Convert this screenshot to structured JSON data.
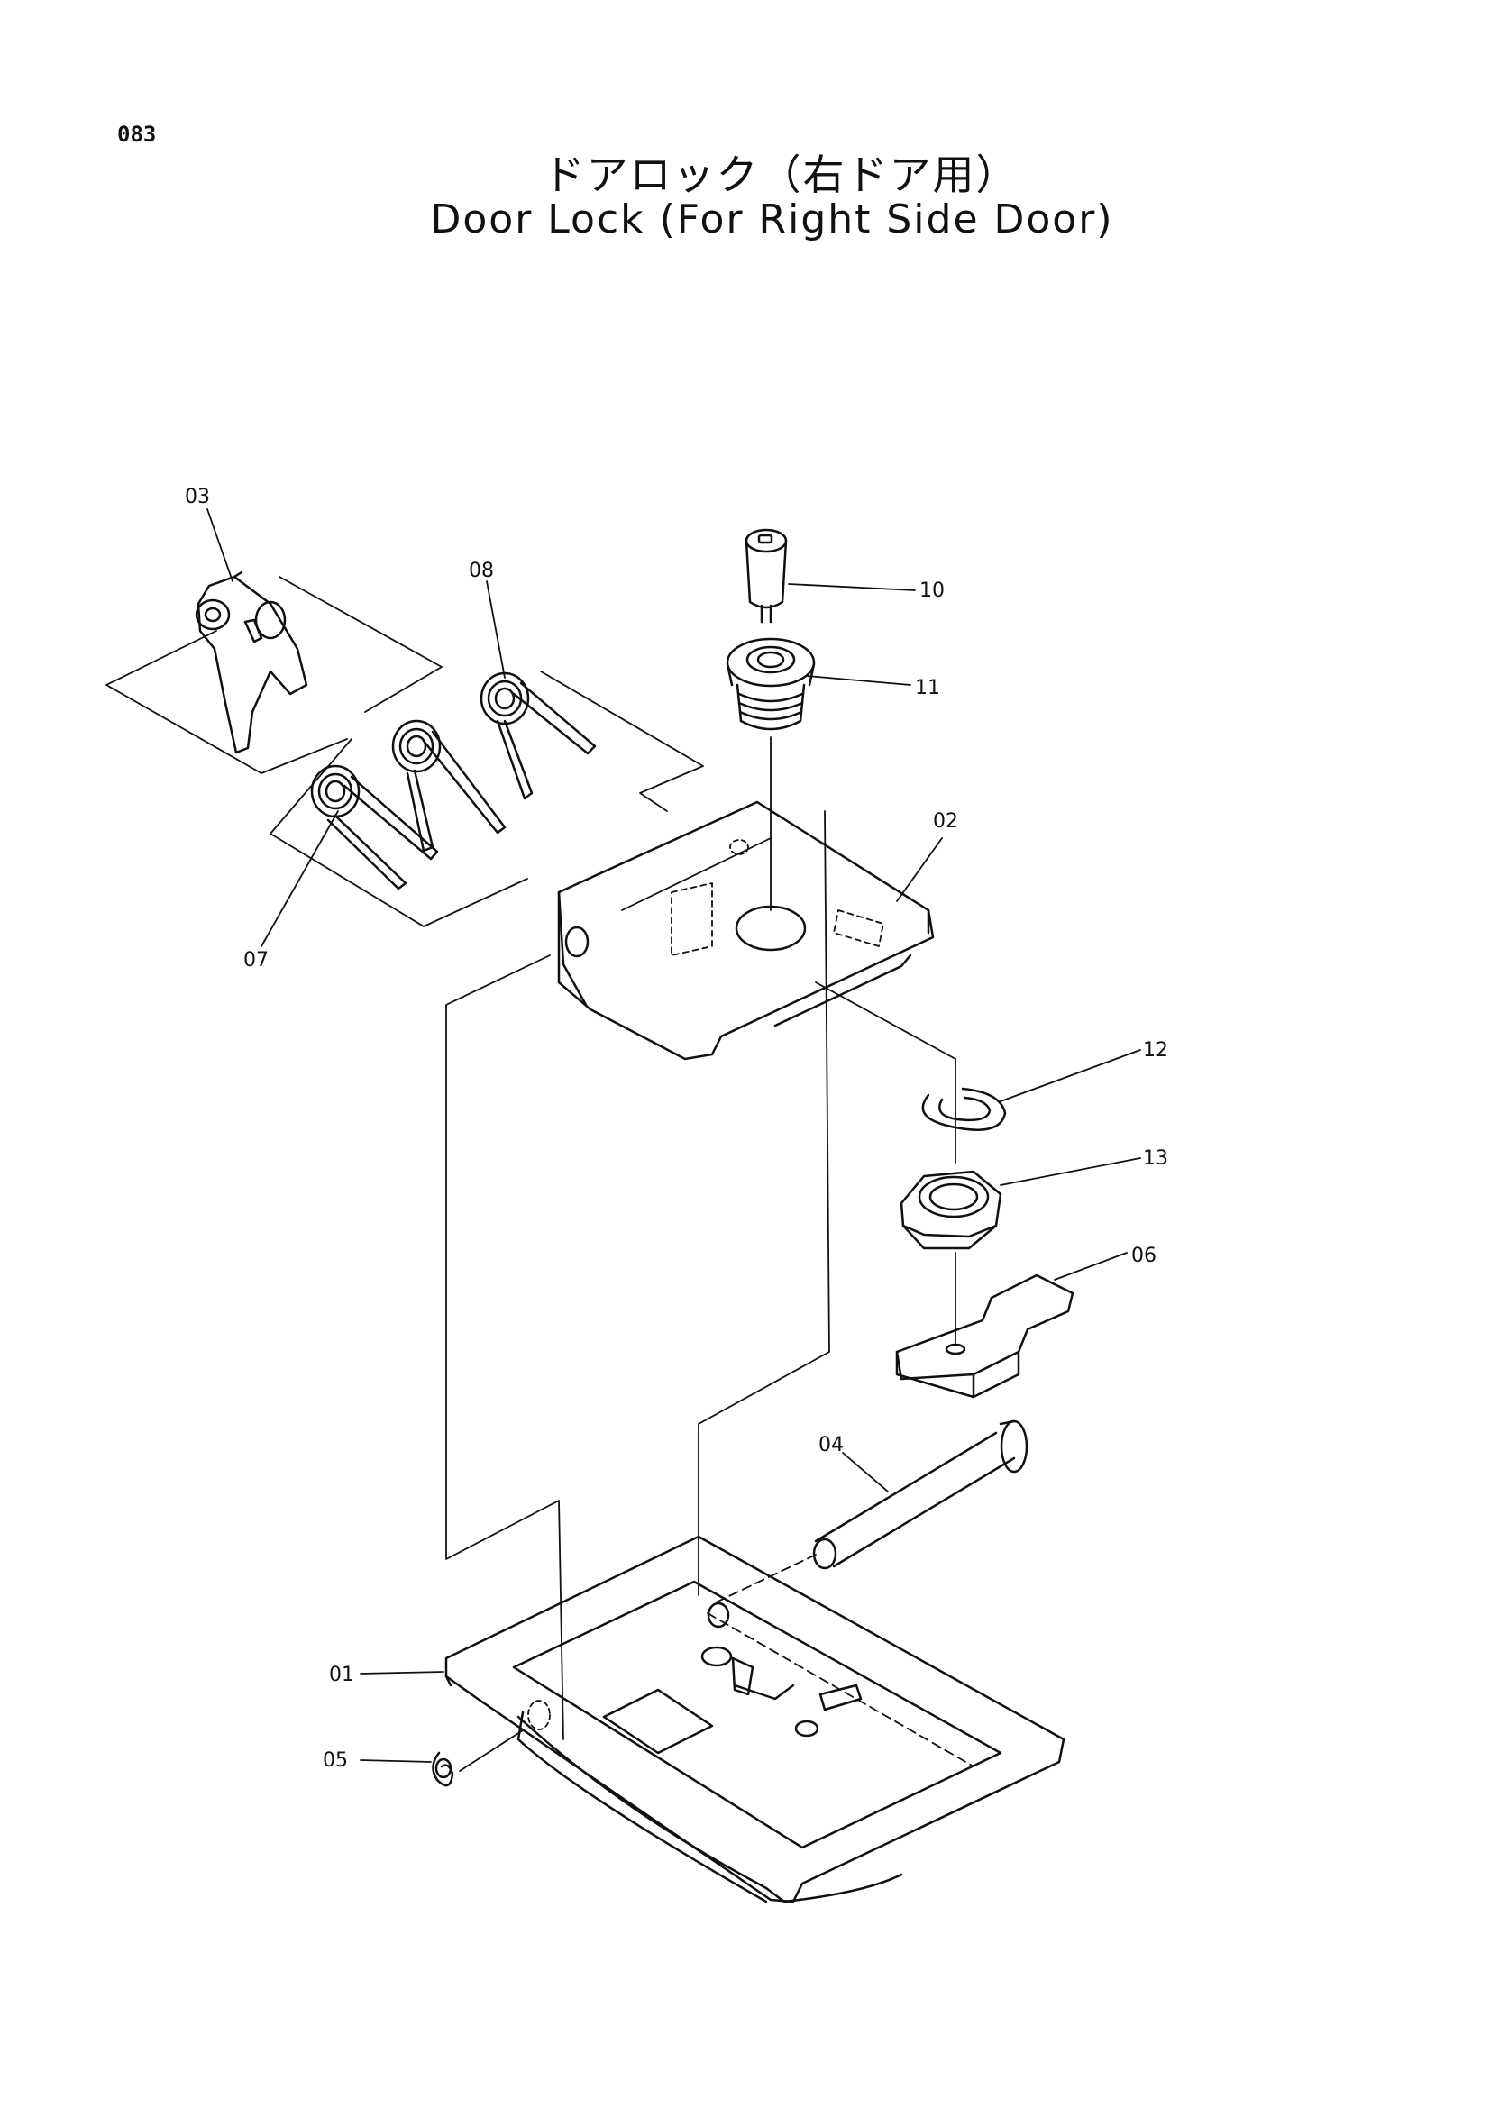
{
  "page_number": "083",
  "title_jp": "ドアロック（右ドア用）",
  "title_en": "Door Lock (For Right Side Door)",
  "callouts": {
    "p01": "01",
    "p02": "02",
    "p03": "03",
    "p04": "04",
    "p05": "05",
    "p06": "06",
    "p07": "07",
    "p08": "08",
    "p10": "10",
    "p11": "11",
    "p12": "12",
    "p13": "13"
  }
}
